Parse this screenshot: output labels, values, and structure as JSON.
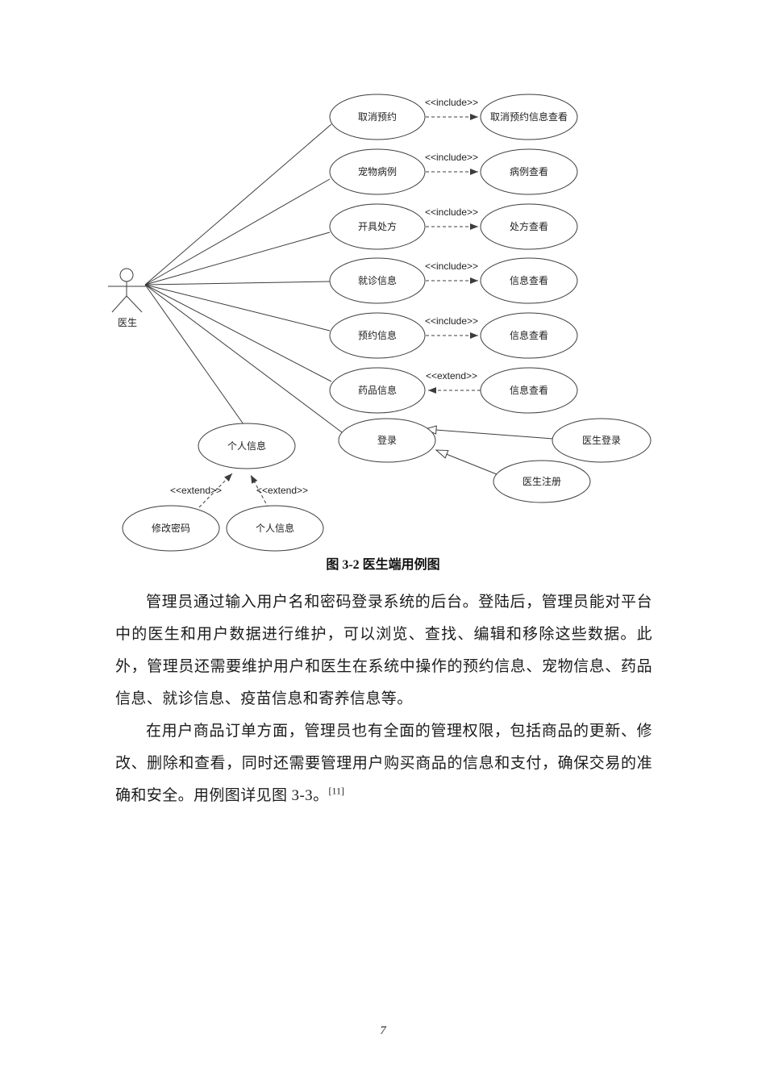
{
  "figure": {
    "actor": {
      "label": "医生"
    },
    "nodes": {
      "cancel_appointment": "取消预约",
      "pet_case": "宠物病例",
      "prescribe": "开具处方",
      "visit_info": "就诊信息",
      "appointment_info": "预约信息",
      "drug_info": "药品信息",
      "login": "登录",
      "cancel_view": "取消预约信息查看",
      "case_view": "病例查看",
      "prescription_view": "处方查看",
      "info_view_1": "信息查看",
      "info_view_2": "信息查看",
      "info_view_3": "信息查看",
      "doctor_login": "医生登录",
      "doctor_register": "医生注册",
      "personal_info": "个人信息",
      "change_password": "修改密码",
      "personal_info_2": "个人信息"
    },
    "labels": {
      "include": "<<include>>",
      "extend": "<<extend>>"
    },
    "colors": {
      "ink": "#3c3c3c"
    }
  },
  "caption": "图 3-2 医生端用例图",
  "paragraphs": [
    {
      "text": "管理员通过输入用户名和密码登录系统的后台。登陆后，管理员能对平台中的医生和用户数据进行维护，可以浏览、查找、编辑和移除这些数据。此外，管理员还需要维护用户和医生在系统中操作的预约信息、宠物信息、药品信息、就诊信息、疫苗信息和寄养信息等。"
    },
    {
      "text": "在用户商品订单方面，管理员也有全面的管理权限，包括商品的更新、修改、删除和查看，同时还需要管理用户购买商品的信息和支付，确保交易的准确和安全。用例图详见图 3-3。",
      "ref": "[11]"
    }
  ],
  "page_number": "7"
}
